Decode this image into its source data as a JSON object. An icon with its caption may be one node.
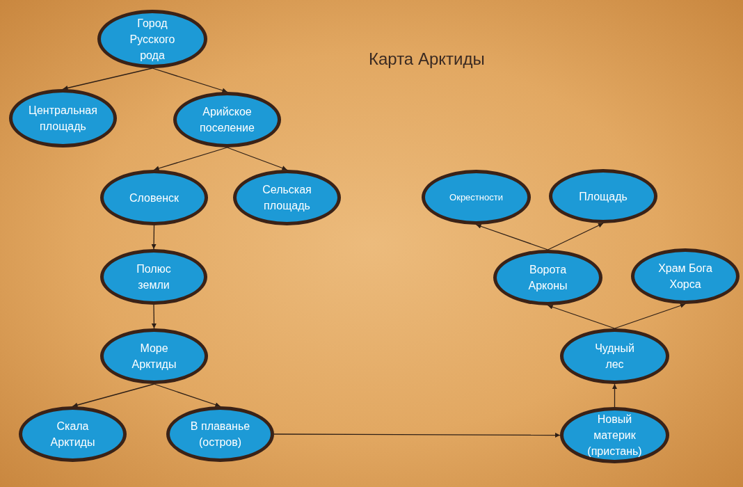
{
  "diagram": {
    "title": "Карта Арктиды",
    "nodes": [
      {
        "text": [
          "Город Русского рода"
        ]
      },
      {
        "text": [
          "Центральная площадь"
        ]
      },
      {
        "text": [
          "Арийское поселение"
        ]
      },
      {
        "text": [
          "Словенск"
        ]
      },
      {
        "text": [
          "Сельская площадь"
        ]
      },
      {
        "text": [
          "Полюс земли"
        ]
      },
      {
        "text": [
          "Море Арктиды"
        ]
      },
      {
        "text": [
          "Скала Арктиды"
        ]
      },
      {
        "text": [
          "В плаванье (остров)"
        ]
      },
      {
        "text": [
          "Окрестности"
        ]
      },
      {
        "text": [
          "Площадь"
        ]
      },
      {
        "text": [
          "Ворота Арконы"
        ]
      },
      {
        "text": [
          "Храм Бога Хорса"
        ]
      },
      {
        "text": [
          "Чудный лес"
        ]
      },
      {
        "text": [
          "Новый материк (пристань)"
        ]
      }
    ],
    "edges": [
      {
        "from": 0,
        "to": 1,
        "arrow": "to"
      },
      {
        "from": 0,
        "to": 2,
        "arrow": "to"
      },
      {
        "from": 2,
        "to": 3,
        "arrow": "to"
      },
      {
        "from": 2,
        "to": 4,
        "arrow": "to"
      },
      {
        "from": 3,
        "to": 5,
        "arrow": "to"
      },
      {
        "from": 5,
        "to": 6,
        "arrow": "to"
      },
      {
        "from": 6,
        "to": 7,
        "arrow": "to"
      },
      {
        "from": 6,
        "to": 8,
        "arrow": "to"
      },
      {
        "from": 8,
        "to": 14,
        "arrow": "to"
      },
      {
        "from": 14,
        "to": 13,
        "arrow": "to"
      },
      {
        "from": 13,
        "to": 11,
        "arrow": "to"
      },
      {
        "from": 13,
        "to": 12,
        "arrow": "to"
      },
      {
        "from": 11,
        "to": 9,
        "arrow": "to"
      },
      {
        "from": 11,
        "to": 10,
        "arrow": "to"
      }
    ]
  }
}
